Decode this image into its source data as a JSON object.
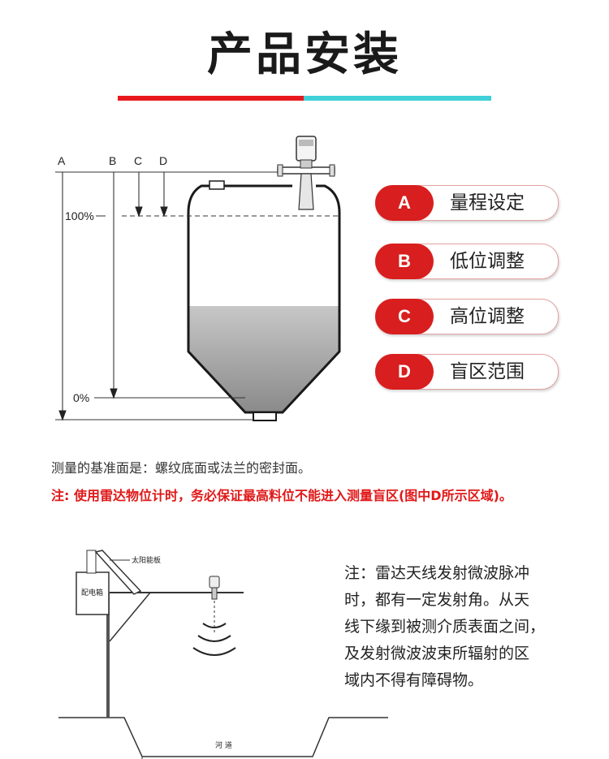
{
  "title": "产品安装",
  "colors": {
    "red": "#e8191e",
    "cyan": "#3fd0d8",
    "badge": "#d81e1e",
    "warning": "#e01818"
  },
  "diagram": {
    "letters": [
      "A",
      "B",
      "C",
      "D"
    ],
    "level_100": "100%",
    "level_0": "0%"
  },
  "legend": [
    {
      "key": "A",
      "label": "量程设定"
    },
    {
      "key": "B",
      "label": "低位调整"
    },
    {
      "key": "C",
      "label": "高位调整"
    },
    {
      "key": "D",
      "label": "盲区范围"
    }
  ],
  "base_note": "测量的基准面是：螺纹底面或法兰的密封面。",
  "warning_note": "注: 使用雷达物位计时，务必保证最高料位不能进入测量盲区(图中D所示区域)。",
  "scene": {
    "solar_panel_label": "太阳能板",
    "box_label": "配电箱",
    "river_label": "河 道"
  },
  "right_note_lines": [
    "注：雷达天线发射微波脉冲",
    "时，都有一定发射角。从天",
    "线下缘到被测介质表面之间，",
    "及发射微波波束所辐射的区",
    "域内不得有障碍物。"
  ]
}
